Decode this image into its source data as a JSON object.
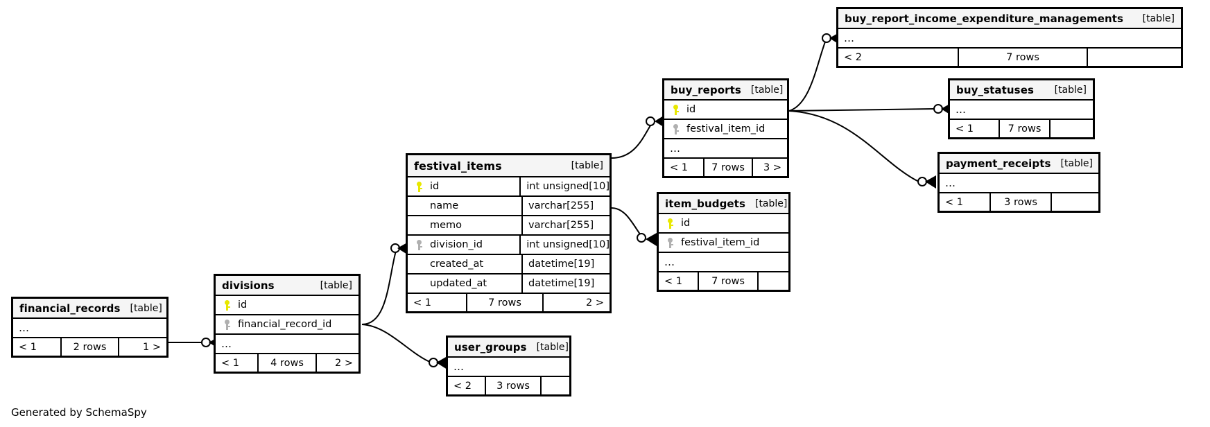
{
  "diagram": {
    "generator_caption": "Generated by SchemaSpy",
    "table_tag": "[table]",
    "ellipsis": "…",
    "background": "#ffffff",
    "pk_color": "#e8e800",
    "fk_color": "#b0b0b0",
    "header_fill": "#f5f5f5",
    "border_color": "#000000"
  },
  "tables": [
    {
      "id": "buy_report_income_expenditure_managements",
      "name": "buy_report_income_expenditure_managements",
      "tag": "[table]",
      "columns": [],
      "has_ellipsis": true,
      "footer": {
        "left": "< 2",
        "mid": "7 rows",
        "right": ""
      }
    },
    {
      "id": "buy_statuses",
      "name": "buy_statuses",
      "tag": "[table]",
      "columns": [],
      "has_ellipsis": true,
      "footer": {
        "left": "< 1",
        "mid": "7 rows",
        "right": ""
      }
    },
    {
      "id": "payment_receipts",
      "name": "payment_receipts",
      "tag": "[table]",
      "columns": [],
      "has_ellipsis": true,
      "footer": {
        "left": "< 1",
        "mid": "3 rows",
        "right": ""
      }
    },
    {
      "id": "buy_reports",
      "name": "buy_reports",
      "tag": "[table]",
      "columns": [
        {
          "key": "pk",
          "name": "id",
          "type": ""
        },
        {
          "key": "fk",
          "name": "festival_item_id",
          "type": ""
        }
      ],
      "has_ellipsis": true,
      "footer": {
        "left": "< 1",
        "mid": "7 rows",
        "right": "3 >"
      }
    },
    {
      "id": "item_budgets",
      "name": "item_budgets",
      "tag": "[table]",
      "columns": [
        {
          "key": "pk",
          "name": "id",
          "type": ""
        },
        {
          "key": "fk",
          "name": "festival_item_id",
          "type": ""
        }
      ],
      "has_ellipsis": true,
      "footer": {
        "left": "< 1",
        "mid": "7 rows",
        "right": ""
      }
    },
    {
      "id": "festival_items",
      "name": "festival_items",
      "tag": "[table]",
      "columns": [
        {
          "key": "pk",
          "name": "id",
          "type": "int unsigned[10]"
        },
        {
          "key": "none",
          "name": "name",
          "type": "varchar[255]"
        },
        {
          "key": "none",
          "name": "memo",
          "type": "varchar[255]"
        },
        {
          "key": "fk",
          "name": "division_id",
          "type": "int unsigned[10]"
        },
        {
          "key": "none",
          "name": "created_at",
          "type": "datetime[19]"
        },
        {
          "key": "none",
          "name": "updated_at",
          "type": "datetime[19]"
        }
      ],
      "has_ellipsis": false,
      "footer": {
        "left": "< 1",
        "mid": "7 rows",
        "right": "2 >"
      }
    },
    {
      "id": "divisions",
      "name": "divisions",
      "tag": "[table]",
      "columns": [
        {
          "key": "pk",
          "name": "id",
          "type": ""
        },
        {
          "key": "fk",
          "name": "financial_record_id",
          "type": ""
        }
      ],
      "has_ellipsis": true,
      "footer": {
        "left": "< 1",
        "mid": "4 rows",
        "right": "2 >"
      }
    },
    {
      "id": "financial_records",
      "name": "financial_records",
      "tag": "[table]",
      "columns": [],
      "has_ellipsis": true,
      "footer": {
        "left": "< 1",
        "mid": "2 rows",
        "right": "1 >"
      }
    },
    {
      "id": "user_groups",
      "name": "user_groups",
      "tag": "[table]",
      "columns": [],
      "has_ellipsis": true,
      "footer": {
        "left": "< 2",
        "mid": "3 rows",
        "right": ""
      }
    }
  ],
  "relationships": [
    {
      "from": "buy_reports",
      "to": "buy_report_income_expenditure_managements"
    },
    {
      "from": "buy_reports",
      "to": "buy_statuses"
    },
    {
      "from": "buy_reports",
      "to": "payment_receipts"
    },
    {
      "from": "festival_items",
      "to": "buy_reports"
    },
    {
      "from": "festival_items",
      "to": "item_budgets"
    },
    {
      "from": "divisions",
      "to": "festival_items"
    },
    {
      "from": "divisions",
      "to": "user_groups"
    },
    {
      "from": "financial_records",
      "to": "divisions"
    }
  ]
}
